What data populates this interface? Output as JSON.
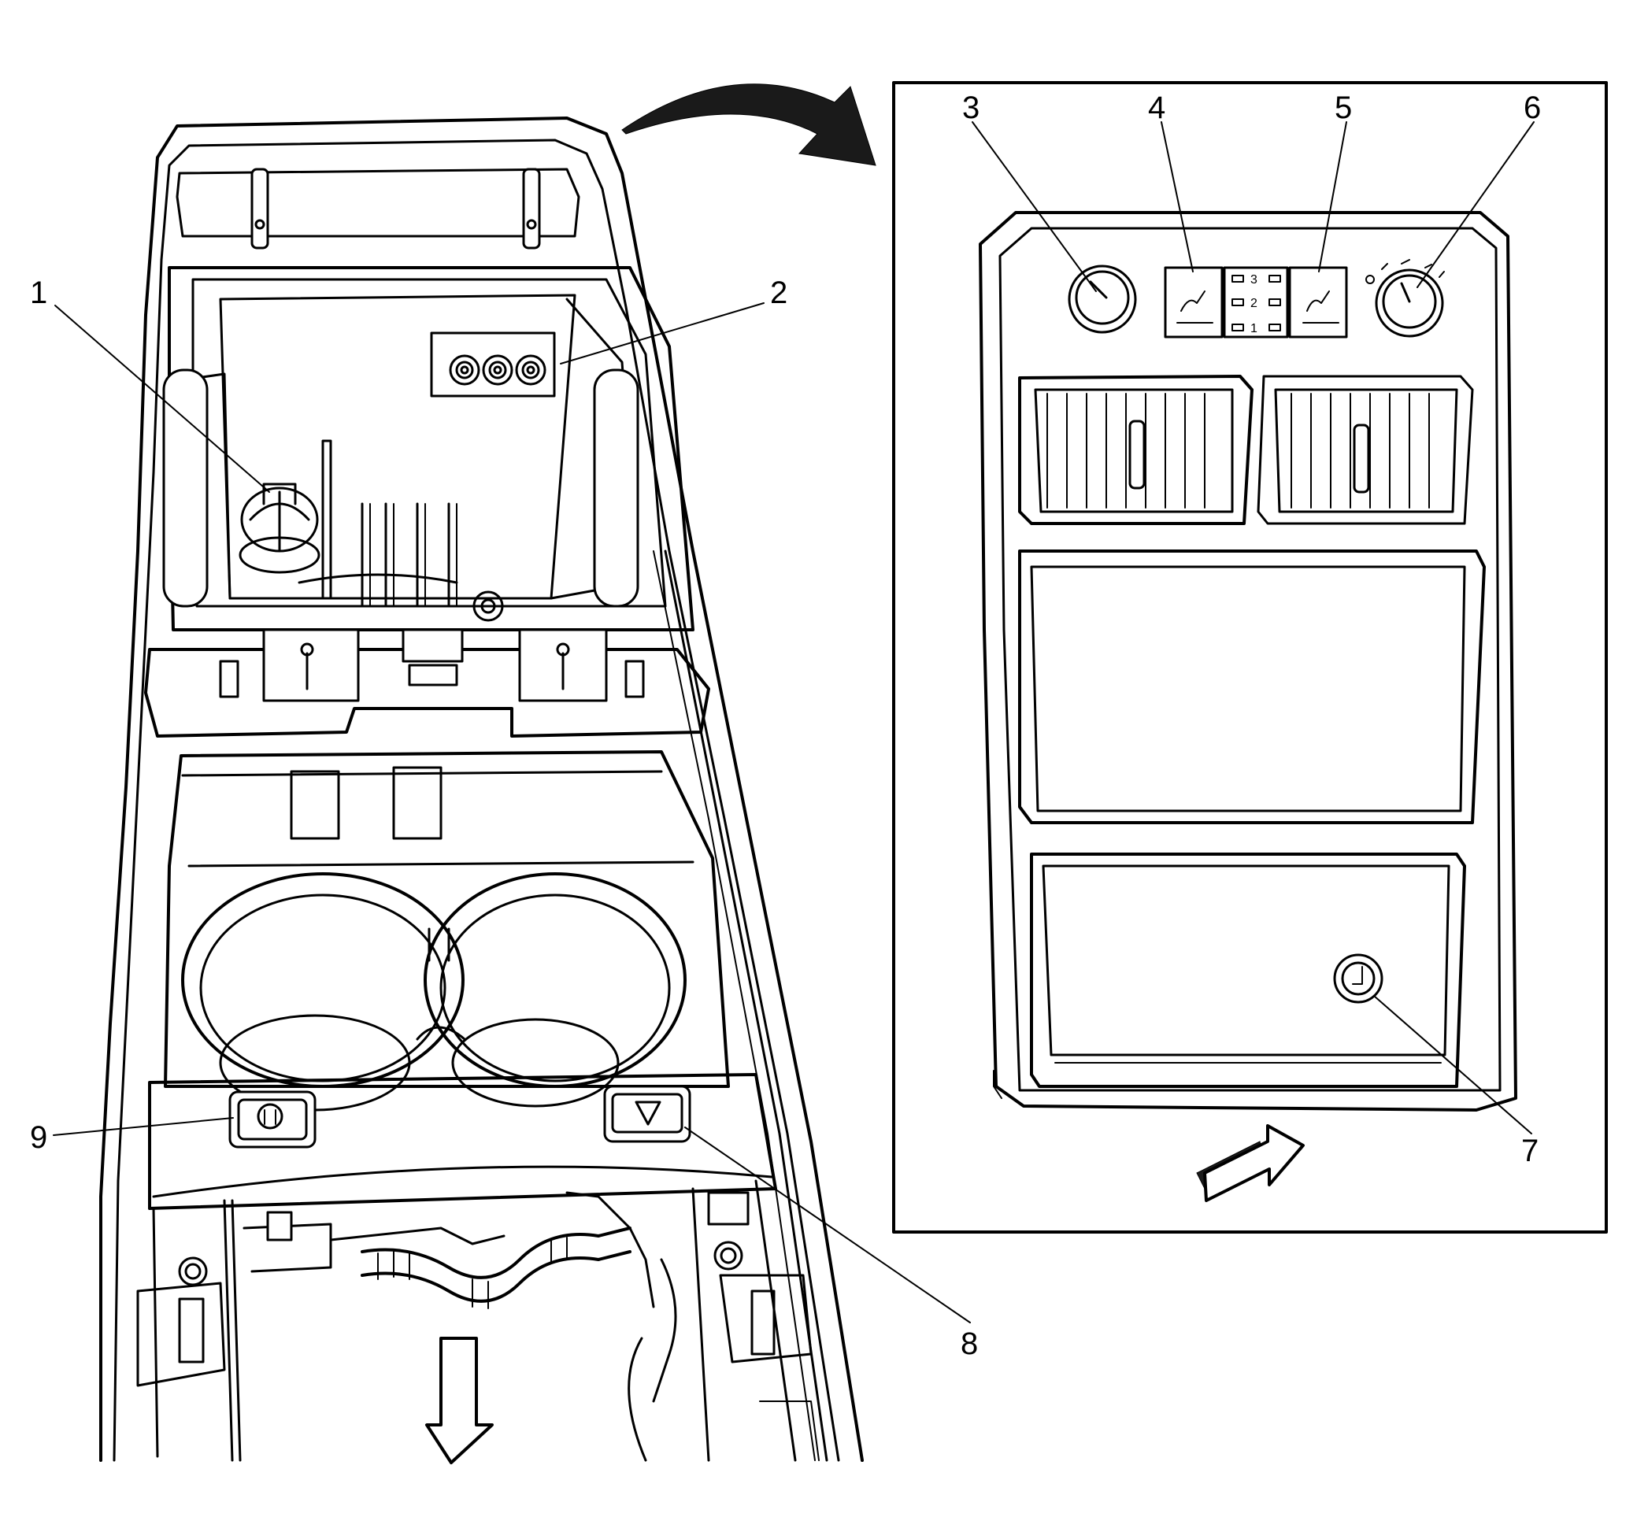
{
  "callouts": {
    "c1": "1",
    "c2": "2",
    "c3": "3",
    "c4": "4",
    "c5": "5",
    "c6": "6",
    "c7": "7",
    "c8": "8",
    "c9": "9"
  },
  "fan_switch": {
    "level_3": "3",
    "level_2": "2",
    "level_1": "1"
  },
  "icons": {
    "view_arrow": "curved-arrow-icon",
    "forward_arrow": "down-arrow-icon",
    "detail_direction": "direction-arrow-icon",
    "hazard": "hazard-triangle-icon",
    "traction": "traction-control-icon"
  },
  "colors": {
    "line": "#000000",
    "background": "#ffffff"
  }
}
